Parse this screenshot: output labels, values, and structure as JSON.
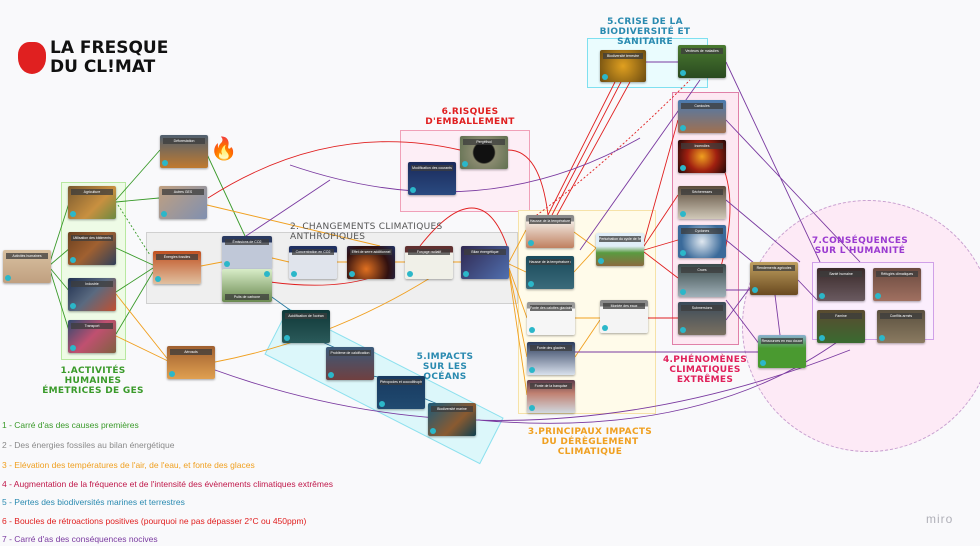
{
  "logo": {
    "line1": "LA FRESQUE",
    "line2": "DU CL!MAT"
  },
  "sections": {
    "s1": "1.Activités humaines émetrices de GES",
    "s2": "2. Changements climatiques anthropiques",
    "s3": "3.Principaux impacts du dérèglement climatique",
    "s4": "4.Phénomènes climatiques extrêmes",
    "s5a": "5.Crise de la biodiversité et sanitaire",
    "s5b": "5.Impacts sur les océans",
    "s6": "6.Risques d'emballement",
    "s7": "7.Conséquences sur l'humanité"
  },
  "cards": {
    "activites": "Activités humaines",
    "agriculture": "Agriculture",
    "batiments": "Utilisation des bâtiments",
    "industrie": "Industrie",
    "transport": "Transport",
    "deforestation": "Déforestation",
    "autres_ges": "Autres GES",
    "energies": "Énergies fossiles",
    "emissions": "Émissions de CO2",
    "puits": "Puits de carbone",
    "concentration": "Concentration en CO2",
    "effet_serre": "Effet de serre additionnel",
    "forcage": "Forçage radiatif",
    "bilan": "Bilan énergétique",
    "aerosols": "Aérosols",
    "acidification": "Acidification de l'océan",
    "calcification": "Problème de calcification",
    "pteropodes": "Ptéropodes et coccolithophores",
    "biodiv_marine": "Biodiversité marine",
    "pergelisol": "Pergélisol",
    "courants": "Modification des courants",
    "biodiv_terrestre": "Biodiversité terrestre",
    "vecteurs": "Vecteurs de maladies",
    "temperature": "Hausse de la température",
    "temp_eau": "Hausse de la température de l'eau",
    "calottes": "Fonte des calottes glaciaires",
    "glaciers": "Fonte des glaciers",
    "banquise": "Fonte de la banquise",
    "cycle_eau": "Perturbation du cycle de l'eau",
    "montee": "Montée des eaux",
    "canicules": "Canicules",
    "incendies": "Incendies",
    "secheresses": "Sécheresses",
    "cyclones": "Cyclones",
    "crues": "Crues",
    "submersions": "Submersions",
    "rendements": "Rendements agricoles",
    "eau_douce": "Ressources en eau douce",
    "sante": "Santé humaine",
    "refugies": "Réfugiés climatiques",
    "famine": "Famine",
    "conflits": "Conflits armés"
  },
  "legend": [
    {
      "text": "1 - Carré d'as des causes premières",
      "color": "#3a9a2a"
    },
    {
      "text": "2 - Des énergies fossiles au bilan énergétique",
      "color": "#8a8a8a"
    },
    {
      "text": "3 - Elévation des températures de l'air, de l'eau, et fonte des glaces",
      "color": "#f0a020"
    },
    {
      "text": "4 - Augmentation de la fréquence et de l'intensité des évènements climatiques extrêmes",
      "color": "#c0184a"
    },
    {
      "text": "5 - Pertes des biodiversités marines et terrestres",
      "color": "#2a8ab0"
    },
    {
      "text": "6 - Boucles de rétroactions positives (pourquoi ne pas dépasser 2°C ou 450ppm)",
      "color": "#e02020"
    },
    {
      "text": "7 - Carré d'as des conséquences nocives",
      "color": "#7a3aa0"
    }
  ],
  "watermark": "miro"
}
